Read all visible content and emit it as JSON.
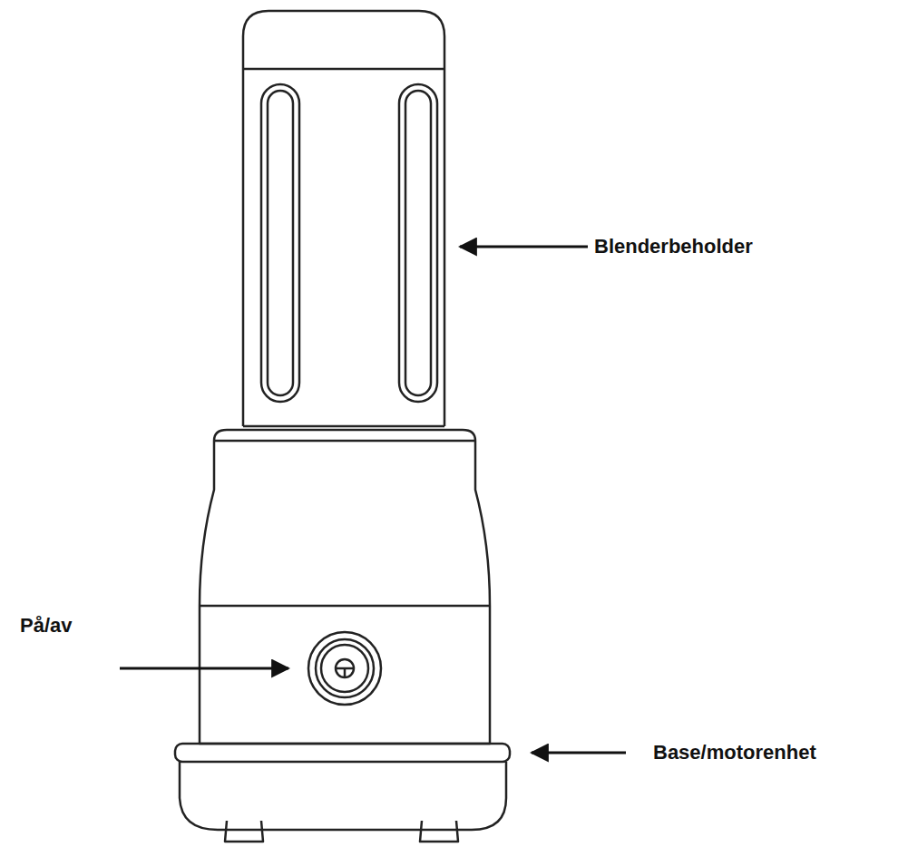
{
  "diagram": {
    "labels": [
      "Blenderbeholder",
      "På/av",
      "Base/motorenhet"
    ]
  }
}
